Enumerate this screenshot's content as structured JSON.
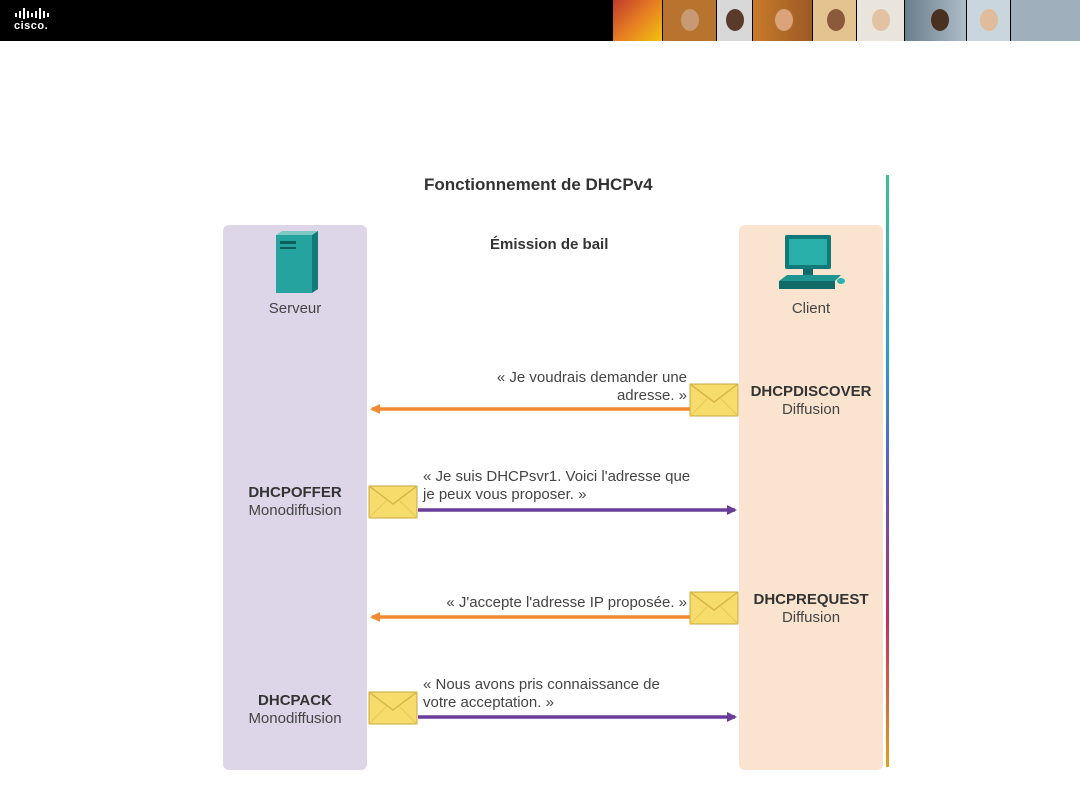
{
  "header": {
    "logo_text": "cisco.",
    "colors": {
      "bar": "#000000"
    }
  },
  "diagram": {
    "title": "Fonctionnement de DHCPv4",
    "subtitle": "Émission de bail",
    "server": {
      "label": "Serveur",
      "icon": "server-icon"
    },
    "client": {
      "label": "Client",
      "icon": "computer-icon"
    },
    "messages": [
      {
        "name": "DHCPDISCOVER",
        "mode": "Diffusion",
        "text_line1": "« Je voudrais demander une",
        "text_line2": "adresse. »",
        "direction": "client-to-server",
        "color": "#ef8a2f"
      },
      {
        "name": "DHCPOFFER",
        "mode": "Monodiffusion",
        "text_line1": "« Je suis DHCPsvr1. Voici l'adresse que",
        "text_line2": "je peux vous proposer. »",
        "direction": "server-to-client",
        "color": "#6a3d9a"
      },
      {
        "name": "DHCPREQUEST",
        "mode": "Diffusion",
        "text_line1": "« J'accepte l'adresse IP proposée. »",
        "text_line2": "",
        "direction": "client-to-server",
        "color": "#ef8a2f"
      },
      {
        "name": "DHCPACK",
        "mode": "Monodiffusion",
        "text_line1": "« Nous avons pris connaissance de",
        "text_line2": "votre acceptation. »",
        "direction": "server-to-client",
        "color": "#6a3d9a"
      }
    ],
    "colors": {
      "server_column": "#ddd6e9",
      "client_column": "#fbe4cf",
      "envelope": "#f6dc6b"
    }
  }
}
